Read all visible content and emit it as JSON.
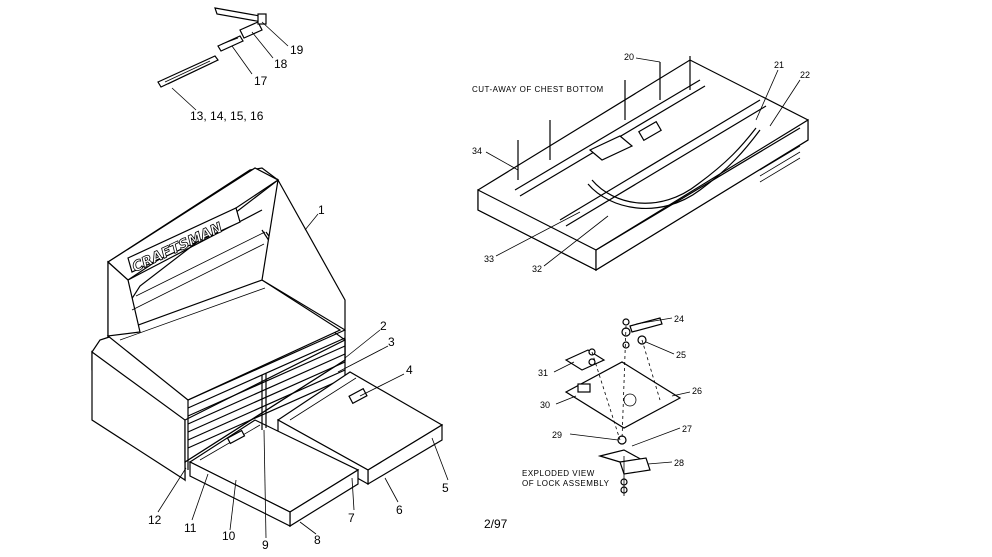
{
  "diagram": {
    "brand_logo": "CRAFTSMAN",
    "date_code": "2/97",
    "captions": {
      "cutaway": "CUT-AWAY OF CHEST BOTTOM",
      "exploded_line1": "EXPLODED VIEW",
      "exploded_line2": "OF LOCK ASSEMBLY"
    },
    "callouts": {
      "c1": "1",
      "c2": "2",
      "c3": "3",
      "c4": "4",
      "c5": "5",
      "c6": "6",
      "c7": "7",
      "c8": "8",
      "c9": "9",
      "c10": "10",
      "c11": "11",
      "c12": "12",
      "c13_16": "13, 14, 15, 16",
      "c17": "17",
      "c18": "18",
      "c19": "19",
      "c20": "20",
      "c21": "21",
      "c22": "22",
      "c24": "24",
      "c25": "25",
      "c26": "26",
      "c27": "27",
      "c28": "28",
      "c29": "29",
      "c30": "30",
      "c31": "31",
      "c32": "32",
      "c33": "33",
      "c34": "34"
    }
  }
}
